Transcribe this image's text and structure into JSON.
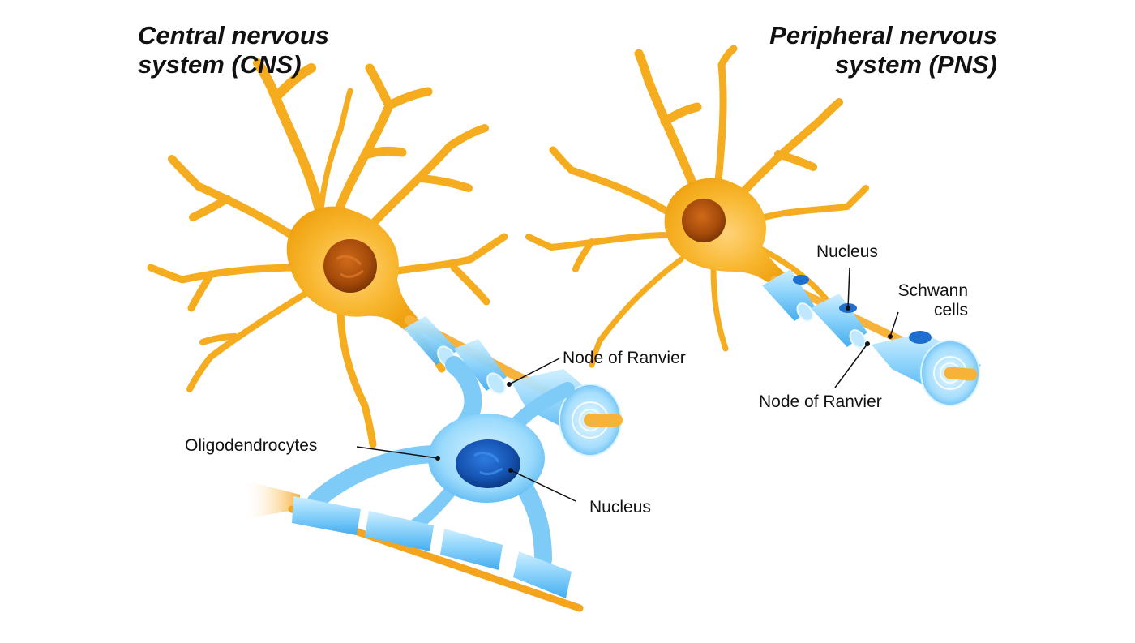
{
  "titles": {
    "cns": [
      "Central nervous",
      "system (CNS)"
    ],
    "pns": [
      "Peripheral nervous",
      "system (PNS)"
    ]
  },
  "labels": {
    "cns_node": "Node of Ranvier",
    "cns_oligo": "Oligodendrocytes",
    "cns_nucleus": "Nucleus",
    "pns_nucleus": "Nucleus",
    "pns_schwann": [
      "Schwann",
      "cells"
    ],
    "pns_node": "Node of Ranvier"
  },
  "colors": {
    "neuron": "#F5AC1E",
    "neuron_dark": "#E39600",
    "soma_nucleus": "#B8560F",
    "myelin": "#8FD3FA",
    "myelin_dark": "#3FA8EE",
    "glia_nucleus": "#1457B8",
    "axon": "#F7B23A",
    "text": "#111111"
  }
}
